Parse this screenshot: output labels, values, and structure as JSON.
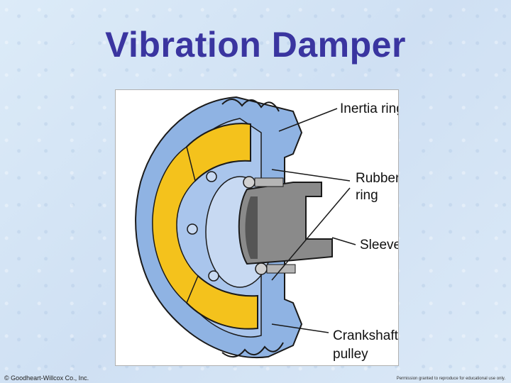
{
  "slide": {
    "title": "Vibration Damper",
    "copyright": "© Goodheart-Willcox Co., Inc.",
    "permission": "Permission granted to reproduce for educational use only."
  },
  "figure": {
    "labels": {
      "inertia_ring": "Inertia ring",
      "rubber_ring_line1": "Rubber",
      "rubber_ring_line2": "ring",
      "sleeve": "Sleeve",
      "crankshaft_pulley_line1": "Crankshaft",
      "crankshaft_pulley_line2": "pulley"
    },
    "colors": {
      "pulley_blue": "#8fb3e3",
      "pulley_dark": "#5b84c0",
      "inertia_yellow": "#f4c21c",
      "sleeve_gray": "#8a8a8a",
      "sleeve_dark": "#555555"
    }
  }
}
